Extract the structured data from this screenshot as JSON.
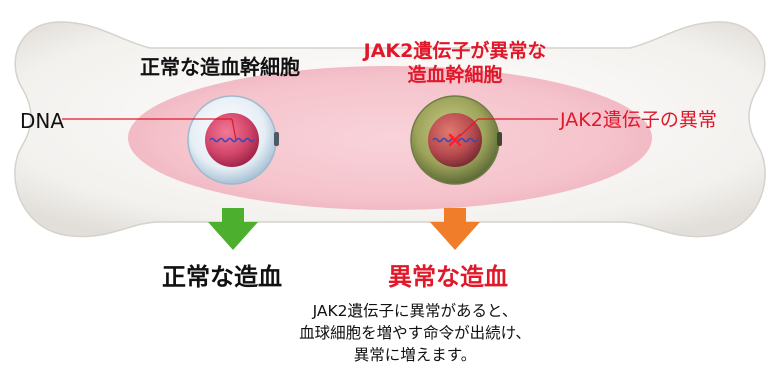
{
  "labels": {
    "normal_cell": "正常な造血幹細胞",
    "abnormal_cell_line1": "JAK2遺伝子が異常な",
    "abnormal_cell_line2": "造血幹細胞",
    "dna": "DNA",
    "jak2_abnormality": "JAK2遺伝子の異常",
    "normal_hematopoiesis": "正常な造血",
    "abnormal_hematopoiesis": "異常な造血"
  },
  "description": [
    "JAK2遺伝子に異常があると、",
    "血球細胞を増やす命令が出続け、",
    "異常に増えます。"
  ],
  "colors": {
    "normal_arrow": "#4caf2e",
    "abnormal_arrow": "#ef7d2a",
    "alert_text": "#e0182a",
    "bone_marrow": "#f6c7cf"
  }
}
